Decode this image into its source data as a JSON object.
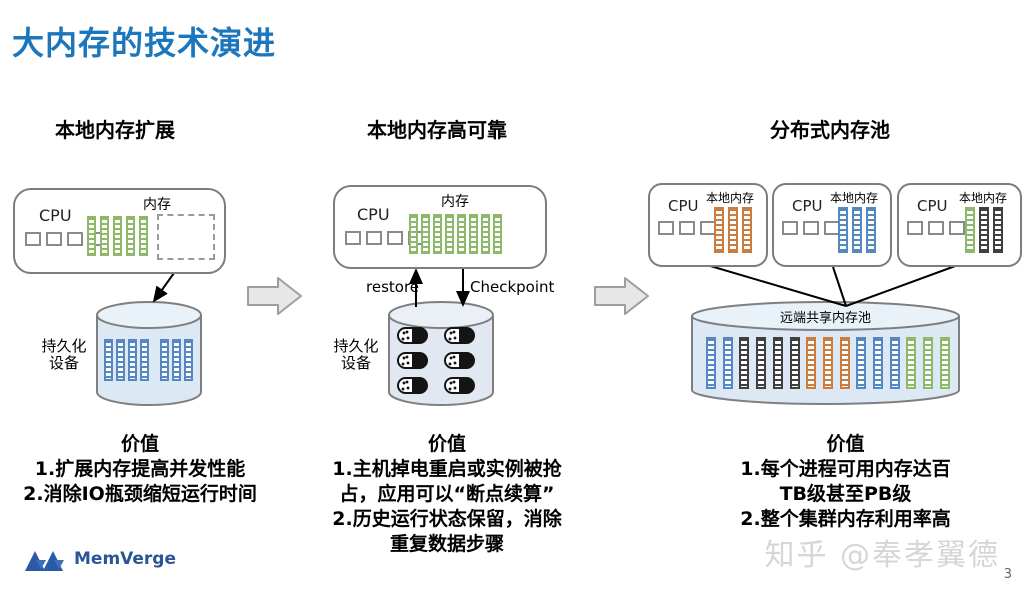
{
  "slide": {
    "title": "大内存的技术演进",
    "watermark": "知乎 @奉孝翼德",
    "page_number": "3"
  },
  "colors": {
    "title_blue": "#1B76BC",
    "outline_gray": "#7d7d7d",
    "cylinder_fill": "#DCE9F5",
    "cylinder_top_fill": "#E9F1F9",
    "block_arrow_fill": "#E7E7E7",
    "bar_palette": {
      "green": "#8CBA6A",
      "blue": "#5588C2",
      "orange": "#CC7C3C",
      "dark": "#3F3F3F"
    }
  },
  "bars": {
    "col1_server": [
      "green",
      "green",
      "green",
      "green",
      "green"
    ],
    "col1_storage": [
      "blue",
      "blue",
      "blue",
      "blue",
      "gap",
      "blue",
      "blue",
      "blue"
    ],
    "col2_server": [
      "green",
      "green",
      "green",
      "green",
      "green",
      "green",
      "green",
      "green"
    ],
    "col3_server1": [
      "orange",
      "orange",
      "orange"
    ],
    "col3_server2": [
      "blue",
      "blue",
      "blue"
    ],
    "col3_server3": [
      "green",
      "dark",
      "dark"
    ],
    "pool": [
      "blue",
      "blue",
      "dark",
      "dark",
      "dark",
      "dark",
      "orange",
      "orange",
      "orange",
      "blue",
      "blue",
      "blue",
      "green",
      "green",
      "green"
    ]
  },
  "columns": [
    {
      "header": "本地内存扩展",
      "server": {
        "cpu_label": "CPU",
        "memory_label": "内存"
      },
      "storage_label_line1": "持久化",
      "storage_label_line2": "设备",
      "value_title": "价值",
      "value_lines": [
        "1.扩展内存提高并发性能",
        "2.消除IO瓶颈缩短运行时间"
      ]
    },
    {
      "header": "本地内存高可靠",
      "server": {
        "cpu_label": "CPU",
        "memory_label": "内存"
      },
      "restore_label": "restore",
      "checkpoint_label": "Checkpoint",
      "storage_label_line1": "持久化",
      "storage_label_line2": "设备",
      "value_title": "价值",
      "value_lines": [
        "1.主机掉电重启或实例被抢",
        "占，应用可以“断点续算”",
        "2.历史运行状态保留，消除",
        "重复数据步骤"
      ]
    },
    {
      "header": "分布式内存池",
      "servers": [
        {
          "cpu_label": "CPU",
          "memory_label": "本地内存"
        },
        {
          "cpu_label": "CPU",
          "memory_label": "本地内存"
        },
        {
          "cpu_label": "CPU",
          "memory_label": "本地内存"
        }
      ],
      "pool_label": "远端共享内存池",
      "value_title": "价值",
      "value_lines": [
        "1.每个进程可用内存达百",
        "TB级甚至PB级",
        "2.整个集群内存利用率高"
      ]
    }
  ],
  "footer": {
    "logo_text": "MemVerge"
  }
}
